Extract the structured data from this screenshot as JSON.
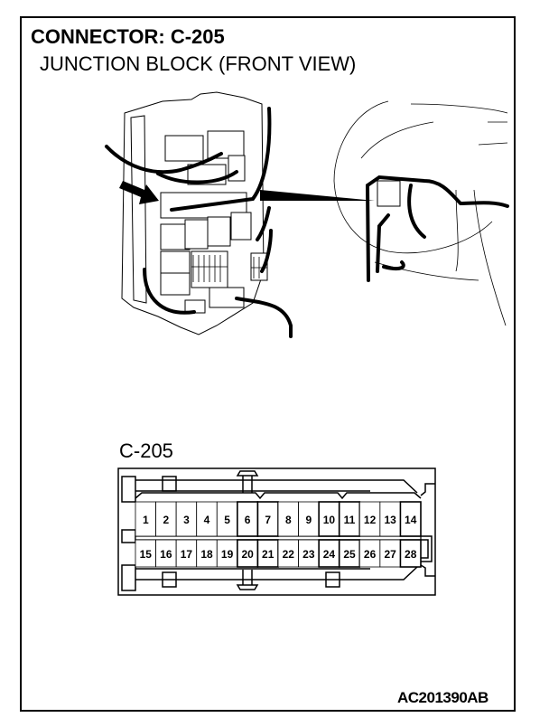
{
  "header": {
    "title": "CONNECTOR: C-205",
    "subtitle": "JUNCTION BLOCK (FRONT VIEW)"
  },
  "connector": {
    "label": "C-205",
    "top_row_pins": [
      "1",
      "2",
      "3",
      "4",
      "5",
      "6",
      "7",
      "8",
      "9",
      "10",
      "11",
      "12",
      "13",
      "14"
    ],
    "bottom_row_pins": [
      "15",
      "16",
      "17",
      "18",
      "19",
      "20",
      "21",
      "22",
      "23",
      "24",
      "25",
      "26",
      "27",
      "28"
    ]
  },
  "illustration": {
    "subject": "junction-block",
    "location_view": "steering-column-area"
  },
  "footer": {
    "reference_code": "AC201390AB"
  },
  "colors": {
    "ink": "#000000",
    "paper": "#ffffff"
  }
}
